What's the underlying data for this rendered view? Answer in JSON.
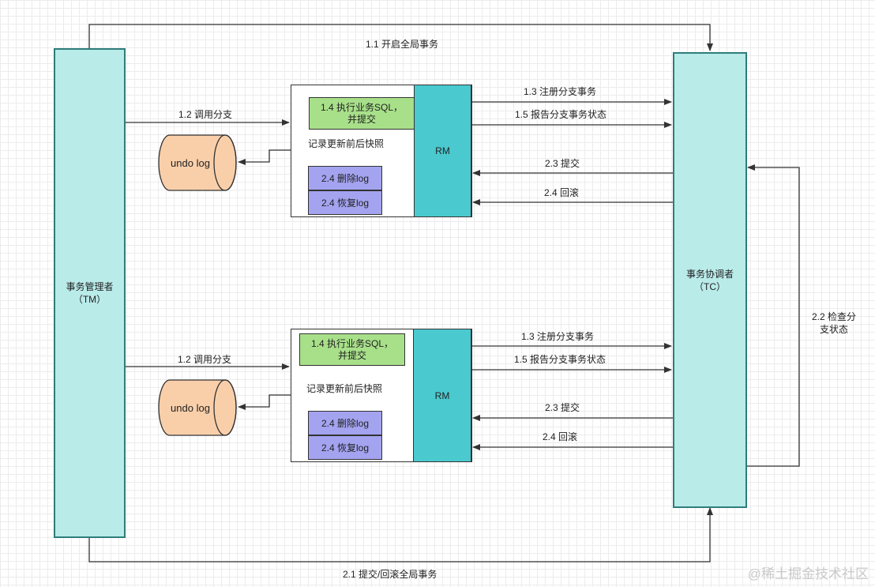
{
  "tm": {
    "label": "事务管理者\n（TM）"
  },
  "tc": {
    "label": "事务协调者\n（TC）"
  },
  "top_arrow_label": "1.1 开启全局事务",
  "bottom_arrow_label": "2.1 提交/回滚全局事务",
  "check_label": "2.2 检查分\n支状态",
  "branches": [
    {
      "call_label": "1.2 调用分支",
      "exec_label": "1.4 执行业务SQL，\n并提交",
      "snapshot_label": "记录更新前后快照",
      "rm_label": "RM",
      "undo_label": "undo log",
      "delete_label": "2.4 删除log",
      "restore_label": "2.4 恢复log",
      "register_label": "1.3 注册分支事务",
      "report_label": "1.5 报告分支事务状态",
      "commit_label": "2.3 提交",
      "rollback_label": "2.4 回滚"
    },
    {
      "call_label": "1.2 调用分支",
      "exec_label": "1.4 执行业务SQL，\n并提交",
      "snapshot_label": "记录更新前后快照",
      "rm_label": "RM",
      "undo_label": "undo log",
      "delete_label": "2.4 删除log",
      "restore_label": "2.4 恢复log",
      "register_label": "1.3 注册分支事务",
      "report_label": "1.5 报告分支事务状态",
      "commit_label": "2.3 提交",
      "rollback_label": "2.4 回滚"
    }
  ],
  "watermark": "@稀土掘金技术社区"
}
